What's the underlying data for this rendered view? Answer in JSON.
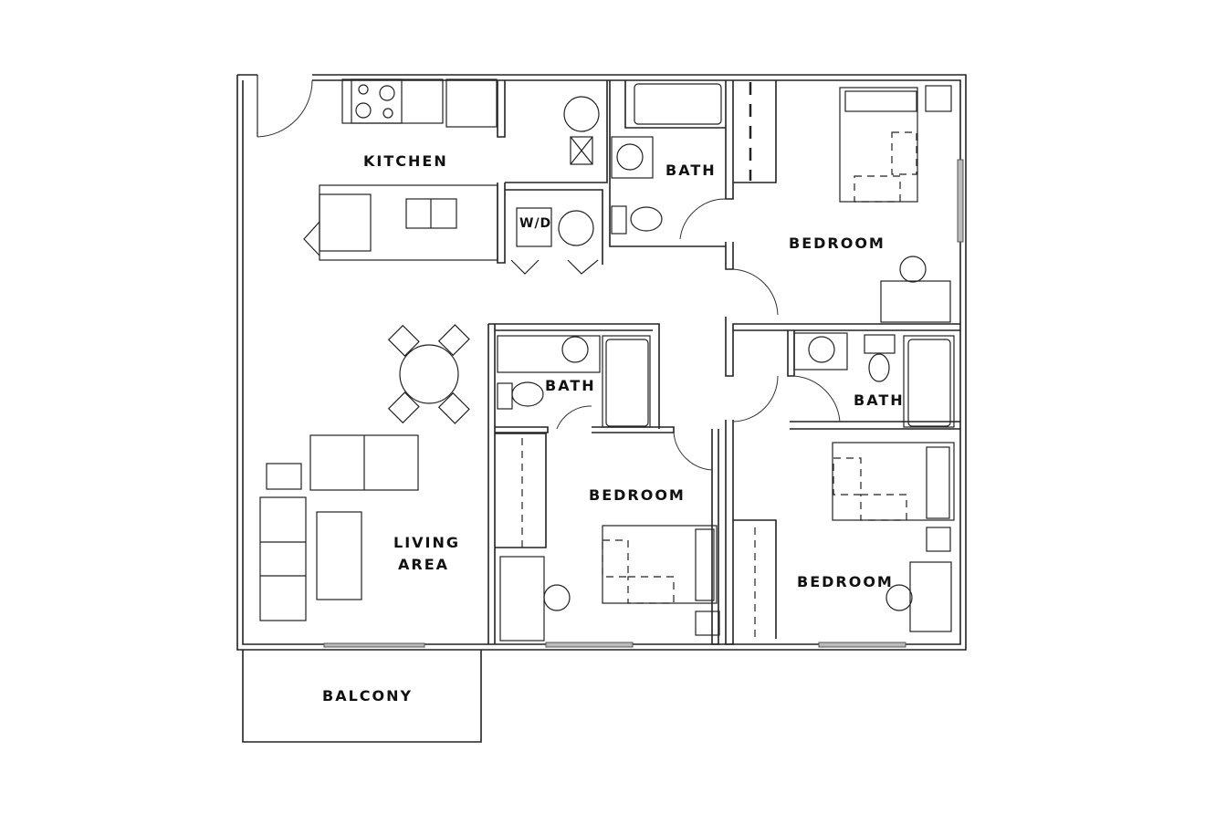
{
  "floor_plan": {
    "rooms": {
      "kitchen": "KITCHEN",
      "washer_dryer": "W/D",
      "bath_1": "BATH",
      "bedroom_1": "BEDROOM",
      "bath_2": "BATH",
      "bath_3": "BATH",
      "bedroom_2": "BEDROOM",
      "bedroom_3": "BEDROOM",
      "living_area_line1": "LIVING",
      "living_area_line2": "AREA",
      "balcony": "BALCONY"
    },
    "colors": {
      "wall": "#222222",
      "background": "#ffffff",
      "window": "#bbbbbb"
    }
  }
}
